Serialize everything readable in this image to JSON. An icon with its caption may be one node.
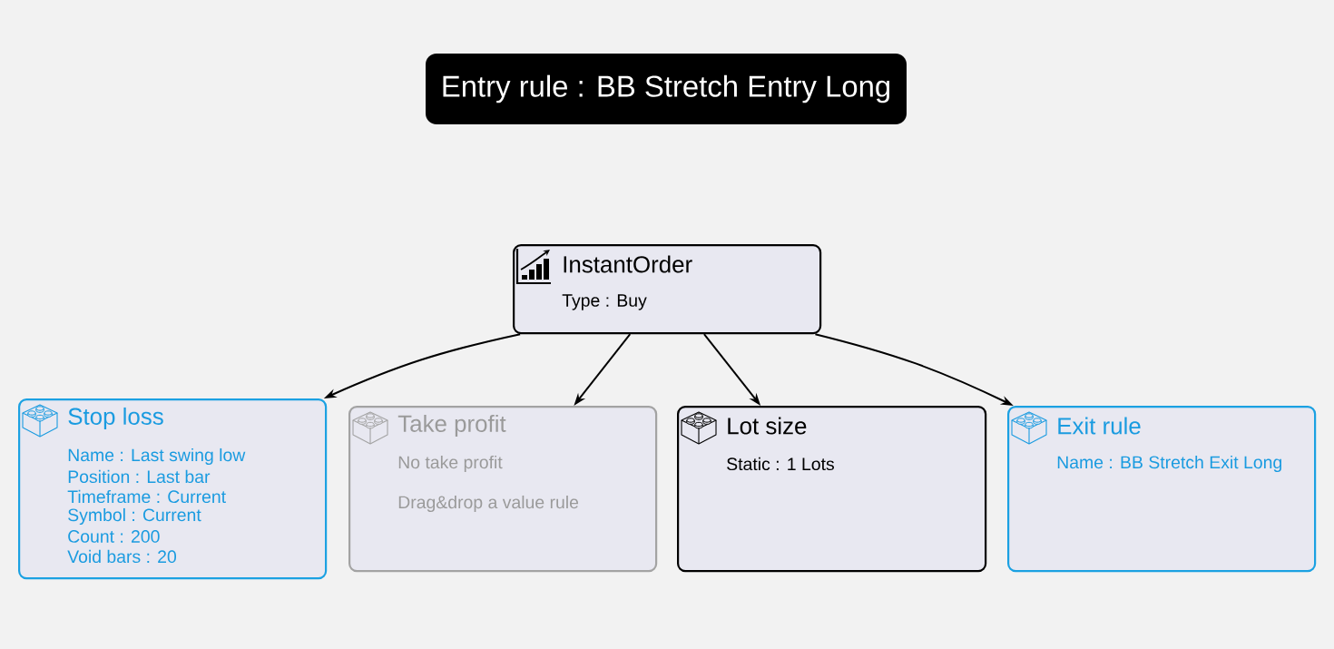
{
  "diagram": {
    "nodes": [
      {
        "text": [
          "Entry rule : BB Stretch Entry Long"
        ]
      },
      {
        "text": [
          "InstantOrder",
          "Type : Buy"
        ]
      },
      {
        "text": [
          "Stop loss",
          "Name : Last swing low",
          "Position : Last bar",
          "Timeframe : Current",
          "Symbol : Current",
          "Count : 200",
          "Void bars : 20"
        ]
      },
      {
        "text": [
          "Take profit",
          "No take profit",
          "Drag&drop a value rule"
        ]
      },
      {
        "text": [
          "Lot size",
          "Static : 1 Lots"
        ]
      },
      {
        "text": [
          "Exit rule",
          "Name : BB Stretch Exit Long"
        ]
      }
    ],
    "edges": [
      {
        "from": 1,
        "to": 2,
        "arrow": "to"
      },
      {
        "from": 1,
        "to": 3,
        "arrow": "to"
      },
      {
        "from": 1,
        "to": 4,
        "arrow": "to"
      },
      {
        "from": 1,
        "to": 5,
        "arrow": "to"
      }
    ]
  }
}
